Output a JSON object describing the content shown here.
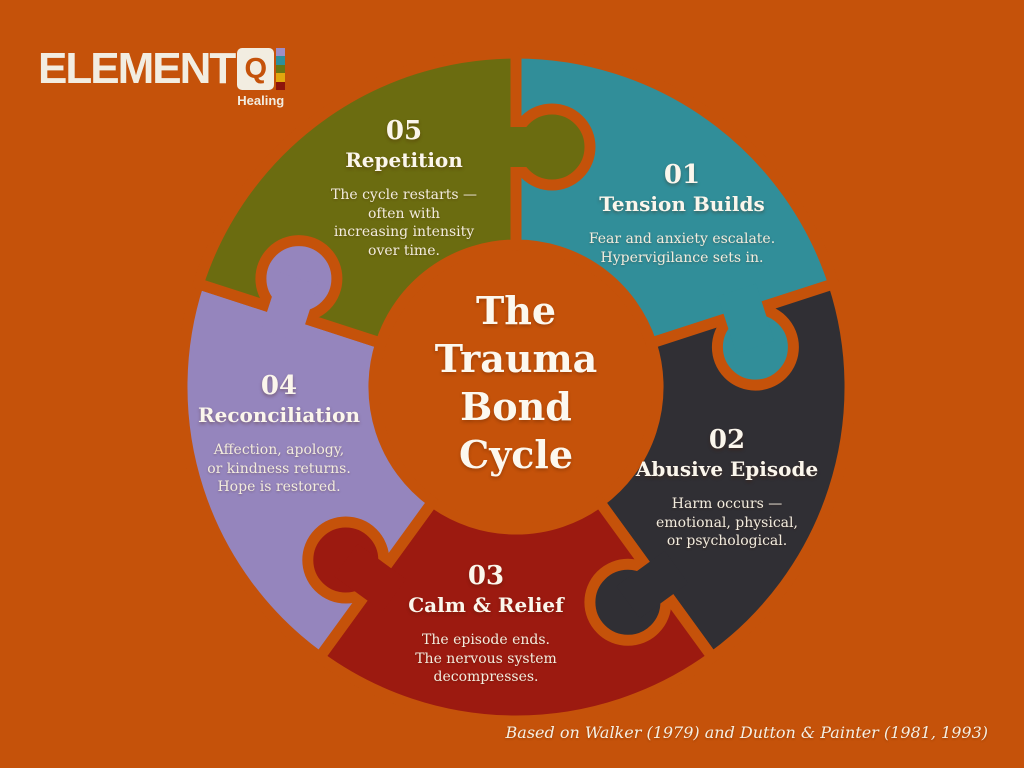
{
  "colors": {
    "background": "#C5520A",
    "heading_text": "#FBF6EC",
    "body_text": "#F2ECDE"
  },
  "logo": {
    "brand": "ELEMENT",
    "q_letter": "Q",
    "tagline": "Healing",
    "strip_colors": [
      "#9F8EC6",
      "#2E8F9B",
      "#697712",
      "#E2A70E",
      "#8D140C"
    ]
  },
  "center": {
    "title": "The\nTrauma\nBond\nCycle"
  },
  "segments": [
    {
      "number": "01",
      "title": "Tension Builds",
      "desc": "Fear and anxiety escalate.\nHypervigilance sets in.",
      "color": "#318E99"
    },
    {
      "number": "02",
      "title": "Abusive Episode",
      "desc": "Harm occurs —\nemotional, physical,\nor psychological.",
      "color": "#302F34"
    },
    {
      "number": "03",
      "title": "Calm & Relief",
      "desc": "The episode ends.\nThe nervous system\ndecompresses.",
      "color": "#9C1A10"
    },
    {
      "number": "04",
      "title": "Reconciliation",
      "desc": "Affection, apology,\nor kindness returns.\nHope is restored.",
      "color": "#9585BD"
    },
    {
      "number": "05",
      "title": "Repetition",
      "desc": "The cycle restarts —\noften with\nincreasing intensity\nover time.",
      "color": "#6B6C10"
    }
  ],
  "citation": "Based on Walker (1979) and Dutton & Painter (1981, 1993)"
}
